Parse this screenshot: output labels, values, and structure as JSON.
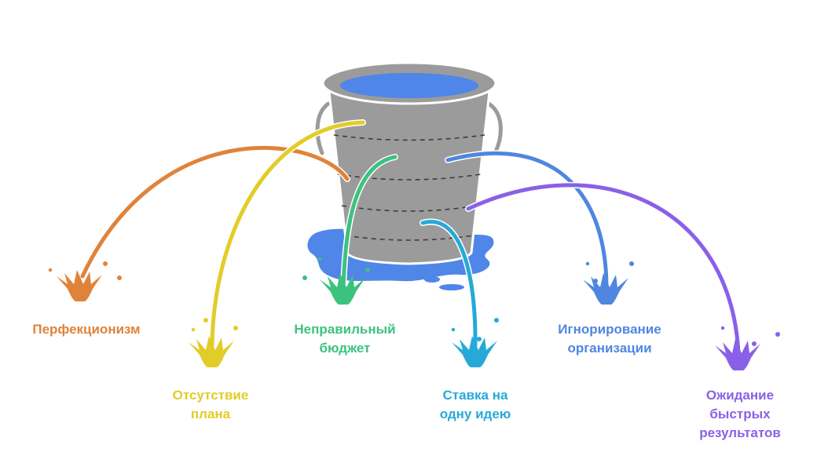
{
  "colors": {
    "bucket": "#9b9b9b",
    "bucket_outline": "#ffffff",
    "water": "#4f86e8",
    "seam": "#3d3d3d"
  },
  "items": [
    {
      "id": "perfectionism",
      "label": "Перфекционизм",
      "color": "#e0833a"
    },
    {
      "id": "no-plan",
      "label": "Отсутствие\nплана",
      "color": "#e2cc27"
    },
    {
      "id": "wrong-budget",
      "label": "Неправильный\nбюджет",
      "color": "#3cc27f"
    },
    {
      "id": "one-idea",
      "label": "Ставка на\nодну идею",
      "color": "#27a9d8"
    },
    {
      "id": "ignore-org",
      "label": "Игнорирование\nорганизации",
      "color": "#4f86e0"
    },
    {
      "id": "fast-results",
      "label": "Ожидание\nбыстрых\nрезультатов",
      "color": "#8a60e8"
    }
  ]
}
